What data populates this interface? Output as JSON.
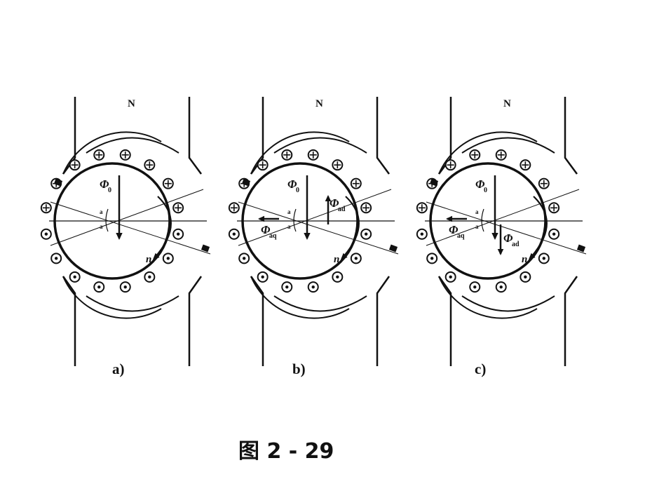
{
  "pole_label": "N",
  "panels": [
    {
      "id": "a",
      "label": "a)",
      "phi0": "Φ",
      "phi0_sub": "0",
      "angle_mark": "a",
      "phi_ad": null,
      "phi_aq": null,
      "n": "n"
    },
    {
      "id": "b",
      "label": "b)",
      "phi0": "Φ",
      "phi0_sub": "0",
      "angle_mark": "a",
      "phi_ad": {
        "sym": "Φ",
        "sub": "ad"
      },
      "phi_aq": {
        "sym": "Φ",
        "sub": "aq"
      },
      "n": "n"
    },
    {
      "id": "c",
      "label": "c)",
      "phi0": "Φ",
      "phi0_sub": "0",
      "angle_mark": "a",
      "phi_ad": {
        "sym": "Φ",
        "sub": "ad"
      },
      "phi_aq": {
        "sym": "Φ",
        "sub": "aq"
      },
      "n": "n"
    }
  ],
  "caption": "图 2 - 29",
  "colors": {
    "ink": "#111111",
    "background": "#ffffff"
  }
}
